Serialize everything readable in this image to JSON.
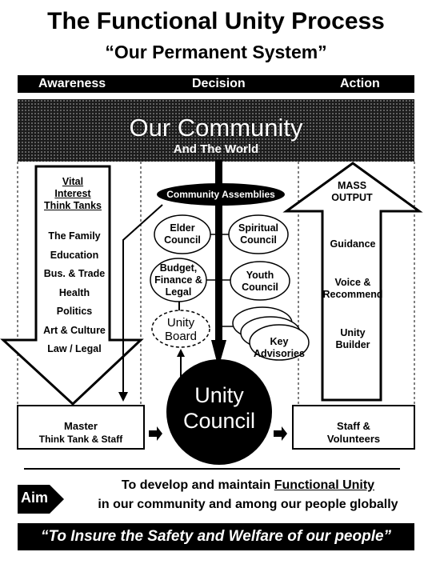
{
  "title": "The Functional Unity Process",
  "subtitle": "“Our Permanent System”",
  "phases": {
    "awareness": "Awareness",
    "decision": "Decision",
    "action": "Action"
  },
  "banner": {
    "main": "Our Community",
    "sub": "And The World"
  },
  "left_column": {
    "heading": [
      "Vital",
      "Interest",
      "Think Tanks"
    ],
    "items": [
      "The Family",
      "Education",
      "Bus. & Trade",
      "Health",
      "Politics",
      "Art & Culture",
      "Law / Legal"
    ]
  },
  "center": {
    "assemblies": "Community Assemblies",
    "elder": [
      "Elder",
      "Council"
    ],
    "spiritual": [
      "Spiritual",
      "Council"
    ],
    "budget": [
      "Budget,",
      "Finance &",
      "Legal"
    ],
    "youth": [
      "Youth",
      "Council"
    ],
    "unity_board": [
      "Unity",
      "Board"
    ],
    "advisories": [
      "Key",
      "Advisories"
    ],
    "unity_council": [
      "Unity",
      "Council"
    ]
  },
  "right_column": {
    "heading": [
      "MASS",
      "OUTPUT"
    ],
    "items": [
      [
        "Guidance"
      ],
      [
        "Voice &",
        "Recommend"
      ],
      [
        "Unity",
        "Builder"
      ]
    ]
  },
  "boxes": {
    "master": [
      "Master",
      "Think Tank & Staff"
    ],
    "staff": [
      "Staff &",
      "Volunteers"
    ]
  },
  "aim": {
    "label": "Aim",
    "line1_prefix": "To develop and maintain ",
    "line1_emphasis": "Functional Unity",
    "line2": "in our community and among our people globally"
  },
  "motto": "“To Insure the Safety and Welfare of our people”"
}
